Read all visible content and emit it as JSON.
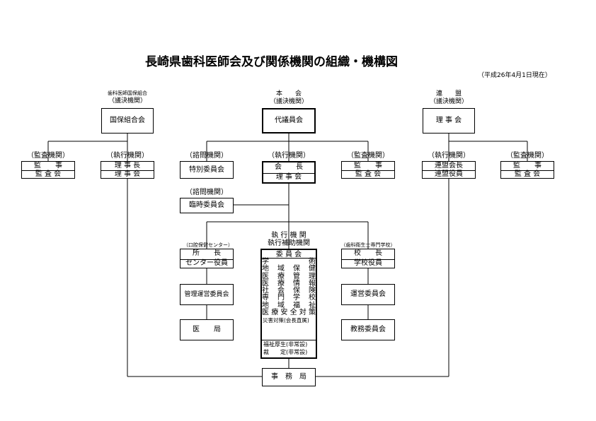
{
  "title": "長崎県歯科医師会及び関係機関の組織・機構図",
  "date": "（平成26年4月1日現在）",
  "left_org": {
    "header": "歯科医師国保組合",
    "sub": "（議決機関）",
    "box": "国保組合会",
    "audit_label": "（監査機関）",
    "audit_rows": [
      "監　　事",
      "監 査 会"
    ],
    "exec_label": "（執行機関）",
    "exec_rows": [
      "理 事 長",
      "理 事 会"
    ]
  },
  "center_org": {
    "header": "本　　会",
    "sub": "（議決機関）",
    "box": "代議員会",
    "advisory_label": "（諮問機関）",
    "advisory_box": "特別委員会",
    "exec_label": "（執行機関）",
    "exec_rows": [
      "会　　長",
      "理 事 会"
    ],
    "audit_label": "（監査機関）",
    "audit_rows": [
      "監　　事",
      "監 査 会"
    ],
    "temp_label": "（諮問機関）",
    "temp_box": "臨時委員会",
    "exec_org_label1": "執 行 機 関",
    "exec_org_label2": "執行補助機関",
    "committee_header": "委 員 会",
    "committees": [
      "学　　　　術",
      "地 域 保 健",
      "医 療 管 理",
      "医 療 情 報",
      "社 会 保 険",
      "専 門 学 校",
      "地 域 福 祉",
      "医療安全対策"
    ],
    "disaster": "災害対策(会長直属)",
    "nonstanding": [
      "福祉厚生(非常設)",
      "裁　　定(非常設)"
    ],
    "office": "事　務　局"
  },
  "center_left": {
    "label": "（口腔保健センター）",
    "rows": [
      "所　　長",
      "センター役員"
    ],
    "box1": "管理運営委員会",
    "box2": "医　　局"
  },
  "center_right": {
    "label": "（歯科衛生士専門学校）",
    "rows": [
      "校　　長",
      "学校役員"
    ],
    "box1": "運営委員会",
    "box2": "教務委員会"
  },
  "right_org": {
    "header": "連　　盟",
    "sub": "（議決機関）",
    "box": "理 事 会",
    "exec_label": "（執行機関）",
    "exec_rows": [
      "連盟会長",
      "連盟役員"
    ],
    "audit_label": "（監査機関）",
    "audit_rows": [
      "監　　事",
      "監 査 会"
    ]
  }
}
